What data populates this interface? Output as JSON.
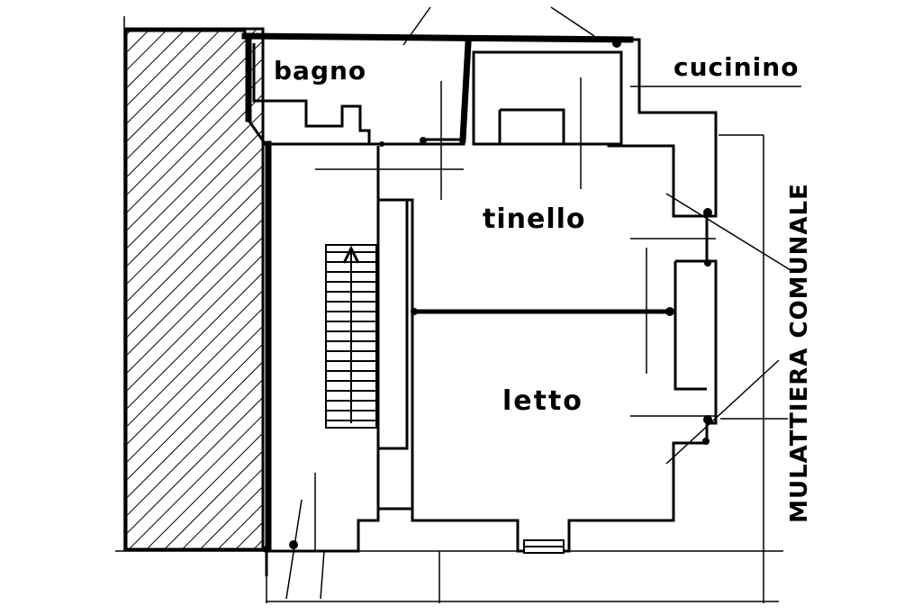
{
  "rooms": {
    "bagno": "bagno",
    "cucinino": "cucinino",
    "tinello": "tinello",
    "letto": "letto"
  },
  "external": {
    "mulattiera": "MULATTIERA COMUNALE"
  },
  "colors": {
    "ink": "#000000",
    "paper": "#ffffff"
  }
}
